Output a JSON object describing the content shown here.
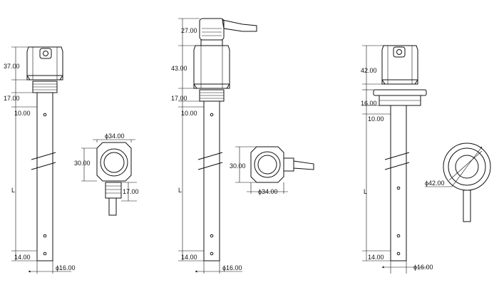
{
  "sensor_left": {
    "dims": {
      "housing": "37.00",
      "thread": "17.00",
      "top_offset": "10.00",
      "length": "L",
      "bottom_offset": "14.00",
      "tube_diameter": "ϕ16.00"
    },
    "side_view": {
      "width": "ϕ34.00",
      "height": "30.00",
      "gland": "17.00"
    }
  },
  "sensor_middle": {
    "dims": {
      "connector": "27.00",
      "housing": "43.00",
      "thread": "17.00",
      "top_offset": "10.00",
      "length": "L",
      "bottom_offset": "14.00",
      "tube_diameter": "ϕ16.00"
    },
    "side_view": {
      "height": "30.00",
      "width": "ϕ34.00"
    }
  },
  "sensor_right": {
    "dims": {
      "housing": "42.00",
      "flange": "16.00",
      "top_offset": "10.00",
      "length": "L",
      "bottom_offset": "14.00",
      "tube_diameter": "ϕ16.00"
    },
    "side_view": {
      "diameter": "ϕ42.00"
    }
  },
  "colors": {
    "line": "#111111",
    "housing_fill": "#cfcfcf",
    "tube_fill": "#e4e4e4",
    "cable_fill": "#bdbdbd",
    "background": "#ffffff"
  }
}
